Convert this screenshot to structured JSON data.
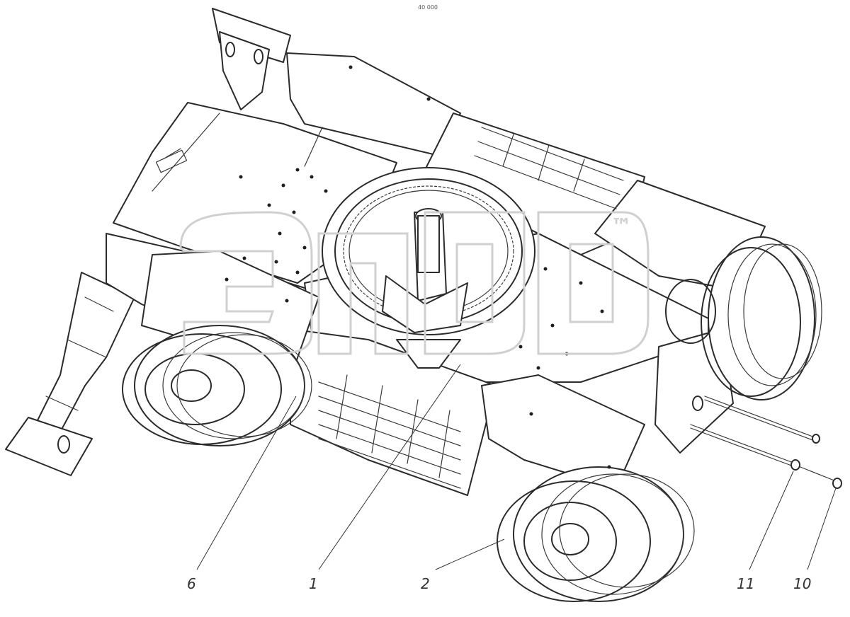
{
  "figure": {
    "top_note": "40 000",
    "watermark_mark": "™"
  },
  "callouts": [
    {
      "id": "callout-6",
      "label": "6"
    },
    {
      "id": "callout-1",
      "label": "1"
    },
    {
      "id": "callout-2",
      "label": "2"
    },
    {
      "id": "callout-11",
      "label": "11"
    },
    {
      "id": "callout-10",
      "label": "10"
    }
  ]
}
